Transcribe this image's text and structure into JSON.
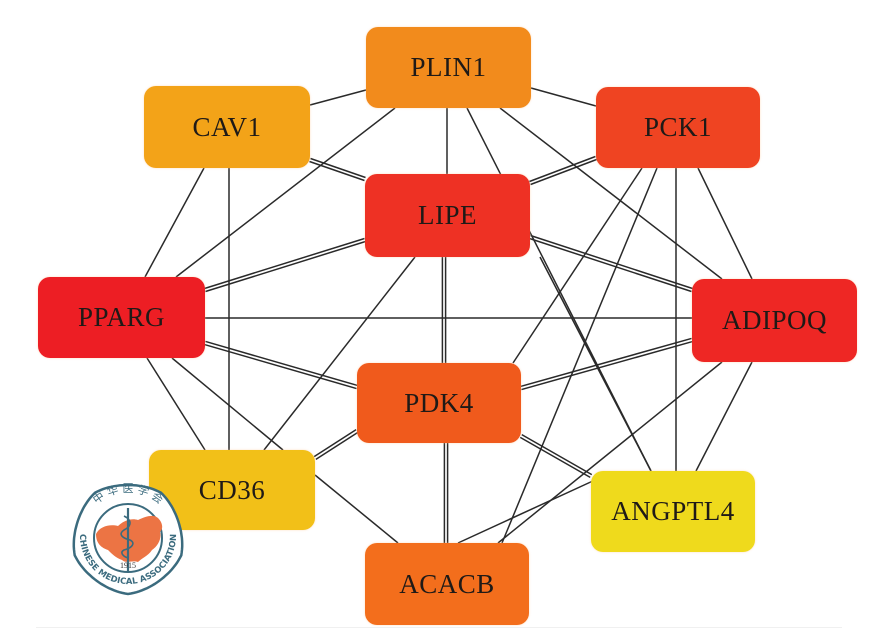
{
  "diagram": {
    "type": "protein-protein interaction network",
    "nodes": [
      {
        "id": "PLIN1",
        "label": "PLIN1",
        "color": "#f28b1c"
      },
      {
        "id": "CAV1",
        "label": "CAV1",
        "color": "#f3a318"
      },
      {
        "id": "PCK1",
        "label": "PCK1",
        "color": "#ef4422"
      },
      {
        "id": "LIPE",
        "label": "LIPE",
        "color": "#ee3124"
      },
      {
        "id": "PPARG",
        "label": "PPARG",
        "color": "#ed1e24"
      },
      {
        "id": "ADIPOQ",
        "label": "ADIPOQ",
        "color": "#ee2724"
      },
      {
        "id": "PDK4",
        "label": "PDK4",
        "color": "#f05a1c"
      },
      {
        "id": "CD36",
        "label": "CD36",
        "color": "#f2c018"
      },
      {
        "id": "ANGPTL4",
        "label": "ANGPTL4",
        "color": "#efda1c"
      },
      {
        "id": "ACACB",
        "label": "ACACB",
        "color": "#f36e1c"
      }
    ],
    "edges": [
      {
        "source": "CAV1",
        "target": "PLIN1",
        "double": false
      },
      {
        "source": "CAV1",
        "target": "LIPE",
        "double": true
      },
      {
        "source": "CAV1",
        "target": "PPARG",
        "double": false
      },
      {
        "source": "CAV1",
        "target": "CD36",
        "double": false
      },
      {
        "source": "PLIN1",
        "target": "PCK1",
        "double": false
      },
      {
        "source": "PLIN1",
        "target": "LIPE",
        "double": false
      },
      {
        "source": "PLIN1",
        "target": "PPARG",
        "double": false
      },
      {
        "source": "PLIN1",
        "target": "ADIPOQ",
        "double": false
      },
      {
        "source": "PLIN1",
        "target": "ANGPTL4",
        "double": false
      },
      {
        "source": "PCK1",
        "target": "LIPE",
        "double": true
      },
      {
        "source": "PCK1",
        "target": "PDK4",
        "double": false
      },
      {
        "source": "PCK1",
        "target": "ACACB",
        "double": false
      },
      {
        "source": "PCK1",
        "target": "ANGPTL4",
        "double": false
      },
      {
        "source": "PCK1",
        "target": "ADIPOQ",
        "double": false
      },
      {
        "source": "LIPE",
        "target": "PPARG",
        "double": true
      },
      {
        "source": "LIPE",
        "target": "ADIPOQ",
        "double": true
      },
      {
        "source": "LIPE",
        "target": "PDK4",
        "double": true
      },
      {
        "source": "LIPE",
        "target": "CD36",
        "double": false
      },
      {
        "source": "LIPE",
        "target": "ANGPTL4",
        "double": false
      },
      {
        "source": "PPARG",
        "target": "ADIPOQ",
        "double": false
      },
      {
        "source": "PPARG",
        "target": "PDK4",
        "double": true
      },
      {
        "source": "PPARG",
        "target": "CD36",
        "double": false
      },
      {
        "source": "PPARG",
        "target": "ACACB",
        "double": false
      },
      {
        "source": "ADIPOQ",
        "target": "PDK4",
        "double": true
      },
      {
        "source": "ADIPOQ",
        "target": "ACACB",
        "double": false
      },
      {
        "source": "ADIPOQ",
        "target": "ANGPTL4",
        "double": false
      },
      {
        "source": "PDK4",
        "target": "CD36",
        "double": true
      },
      {
        "source": "PDK4",
        "target": "ACACB",
        "double": true
      },
      {
        "source": "PDK4",
        "target": "ANGPTL4",
        "double": true
      },
      {
        "source": "CD36",
        "target": "ACACB",
        "double": false
      },
      {
        "source": "ANGPTL4",
        "target": "ACACB",
        "double": false
      }
    ]
  },
  "watermark": {
    "icon": "chinese-medical-association-logo",
    "top_text": "中华医学会",
    "bottom_text": "CHINESE MEDICAL ASSOCIATION",
    "year": "1915",
    "ring_color": "#3b6b7e",
    "map_color": "#ec7444"
  }
}
